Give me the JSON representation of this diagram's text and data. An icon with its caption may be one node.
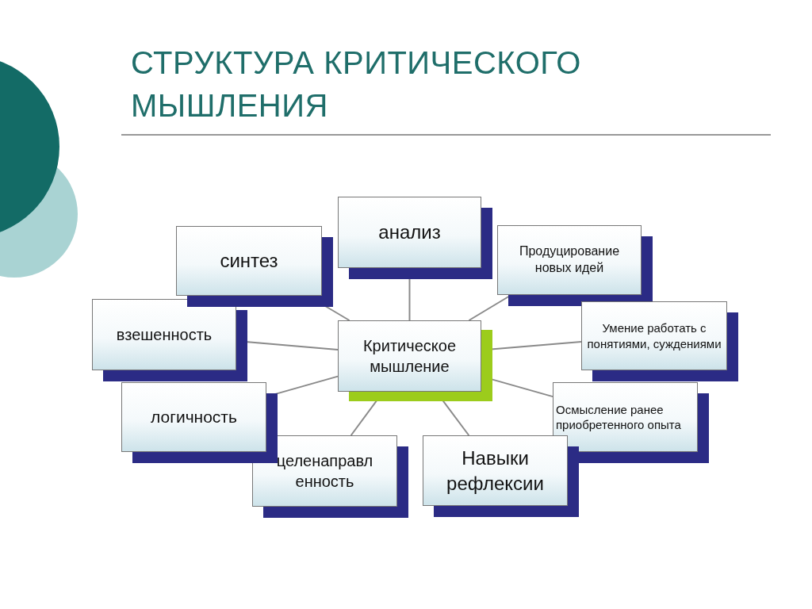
{
  "diagram": {
    "title": "СТРУКТУРА КРИТИЧЕСКОГО МЫШЛЕНИЯ",
    "nodes": [
      {
        "text": [
          "Критическое мышление"
        ]
      },
      {
        "text": [
          "анализ"
        ]
      },
      {
        "text": [
          "Продуцирование новых идей"
        ]
      },
      {
        "text": [
          "Умение работать с понятиями, суждениями"
        ]
      },
      {
        "text": [
          "Осмысление ранее приобретенного опыта"
        ]
      },
      {
        "text": [
          "Навыки рефлексии"
        ]
      },
      {
        "text": [
          "целенаправл енность"
        ]
      },
      {
        "text": [
          "логичность"
        ]
      },
      {
        "text": [
          "взешенность"
        ]
      },
      {
        "text": [
          "синтез"
        ]
      }
    ],
    "edges": [
      {
        "from": 0,
        "to": 1,
        "arrow": "none"
      },
      {
        "from": 0,
        "to": 2,
        "arrow": "none"
      },
      {
        "from": 0,
        "to": 3,
        "arrow": "none"
      },
      {
        "from": 0,
        "to": 4,
        "arrow": "none"
      },
      {
        "from": 0,
        "to": 5,
        "arrow": "none"
      },
      {
        "from": 0,
        "to": 6,
        "arrow": "none"
      },
      {
        "from": 0,
        "to": 7,
        "arrow": "none"
      },
      {
        "from": 0,
        "to": 8,
        "arrow": "none"
      },
      {
        "from": 0,
        "to": 9,
        "arrow": "none"
      }
    ]
  }
}
